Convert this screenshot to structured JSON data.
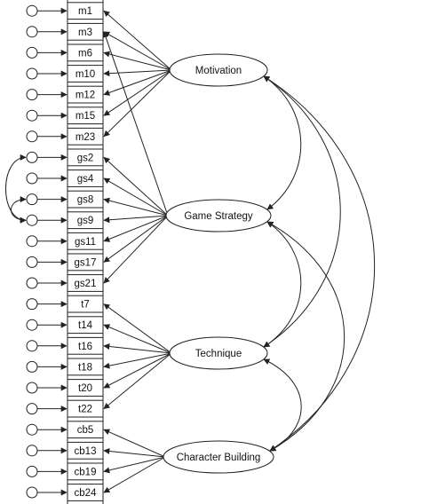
{
  "indicators": [
    {
      "label": "m1",
      "factor": 0
    },
    {
      "label": "m3",
      "factor": 0
    },
    {
      "label": "m6",
      "factor": 0
    },
    {
      "label": "m10",
      "factor": 0
    },
    {
      "label": "m12",
      "factor": 0
    },
    {
      "label": "m15",
      "factor": 0
    },
    {
      "label": "m23",
      "factor": 0
    },
    {
      "label": "gs2",
      "factor": 1
    },
    {
      "label": "gs4",
      "factor": 1
    },
    {
      "label": "gs8",
      "factor": 1
    },
    {
      "label": "gs9",
      "factor": 1
    },
    {
      "label": "gs11",
      "factor": 1
    },
    {
      "label": "gs17",
      "factor": 1
    },
    {
      "label": "gs21",
      "factor": 1
    },
    {
      "label": "t7",
      "factor": 2
    },
    {
      "label": "t14",
      "factor": 2
    },
    {
      "label": "t16",
      "factor": 2
    },
    {
      "label": "t18",
      "factor": 2
    },
    {
      "label": "t20",
      "factor": 2
    },
    {
      "label": "t22",
      "factor": 2
    },
    {
      "label": "cb5",
      "factor": 3
    },
    {
      "label": "cb13",
      "factor": 3
    },
    {
      "label": "cb19",
      "factor": 3
    },
    {
      "label": "cb24",
      "factor": 3
    }
  ],
  "factors": [
    {
      "label": "Motivation"
    },
    {
      "label": "Game Strategy"
    },
    {
      "label": "Technique"
    },
    {
      "label": "Character Building"
    }
  ],
  "cross_loadings": [
    {
      "factor": 1,
      "indicator": "m3"
    }
  ],
  "error_covariances": [
    {
      "from": "gs2",
      "to": "gs9"
    },
    {
      "from": "gs8",
      "to": "gs9"
    }
  ],
  "factor_covariances": [
    {
      "from": 0,
      "to": 1
    },
    {
      "from": 0,
      "to": 2
    },
    {
      "from": 0,
      "to": 3
    },
    {
      "from": 1,
      "to": 2
    },
    {
      "from": 1,
      "to": 3
    },
    {
      "from": 2,
      "to": 3
    }
  ],
  "colors": {
    "stroke": "#222222",
    "background": "#ffffff"
  }
}
